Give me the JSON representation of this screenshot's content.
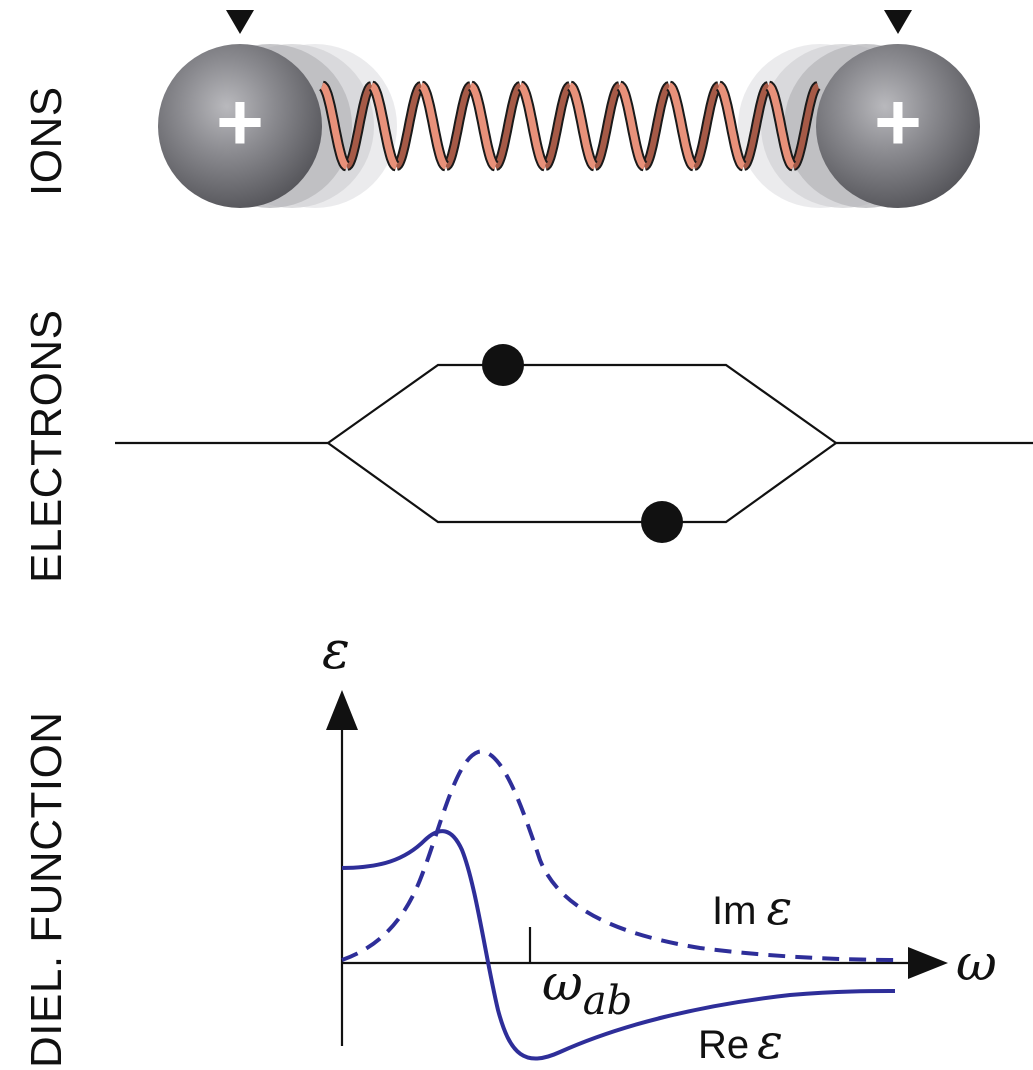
{
  "labels": {
    "ions": "IONS",
    "electrons": "ELECTRONS",
    "dielectric": "DIEL. FUNCTION"
  },
  "ions": {
    "left_charge": "+",
    "right_charge": "+",
    "spring_color": "#e8917a",
    "ion_color": "#6b6b70"
  },
  "plot": {
    "y_axis_symbol": "ε",
    "x_axis_symbol": "ω",
    "tick_label_main": "ω",
    "tick_label_sub": "ab",
    "im_label_prefix": "Im",
    "re_label_prefix": "Re",
    "epsilon_symbol": "ε",
    "curve_color": "#2e2e99"
  }
}
